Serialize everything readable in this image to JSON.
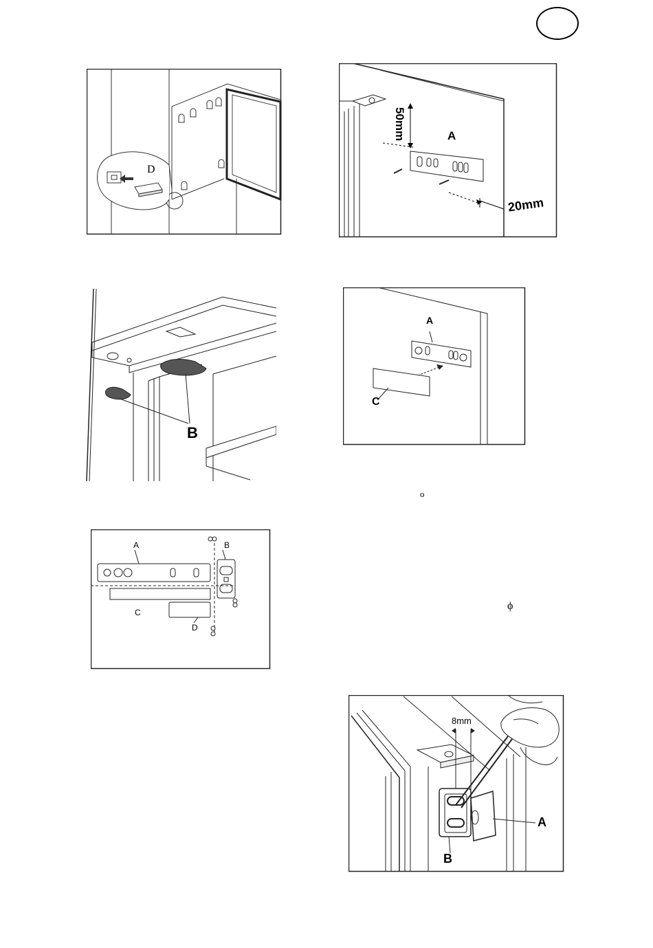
{
  "page": {
    "badge_text": ""
  },
  "figure1": {
    "label_d": "D"
  },
  "figure2": {
    "label_50": "50mm",
    "label_a": "A",
    "label_20": "20mm"
  },
  "figure3": {
    "label_b": "B"
  },
  "figure4": {
    "label_a": "A",
    "label_c": "C"
  },
  "figure5": {
    "label_a": "A",
    "label_b": "B",
    "label_c": "C",
    "label_d": "D"
  },
  "figure6": {
    "label_8": "8mm",
    "label_a": "A",
    "label_b": "B"
  },
  "stray": {
    "o": "o",
    "phi": "ϕ"
  }
}
